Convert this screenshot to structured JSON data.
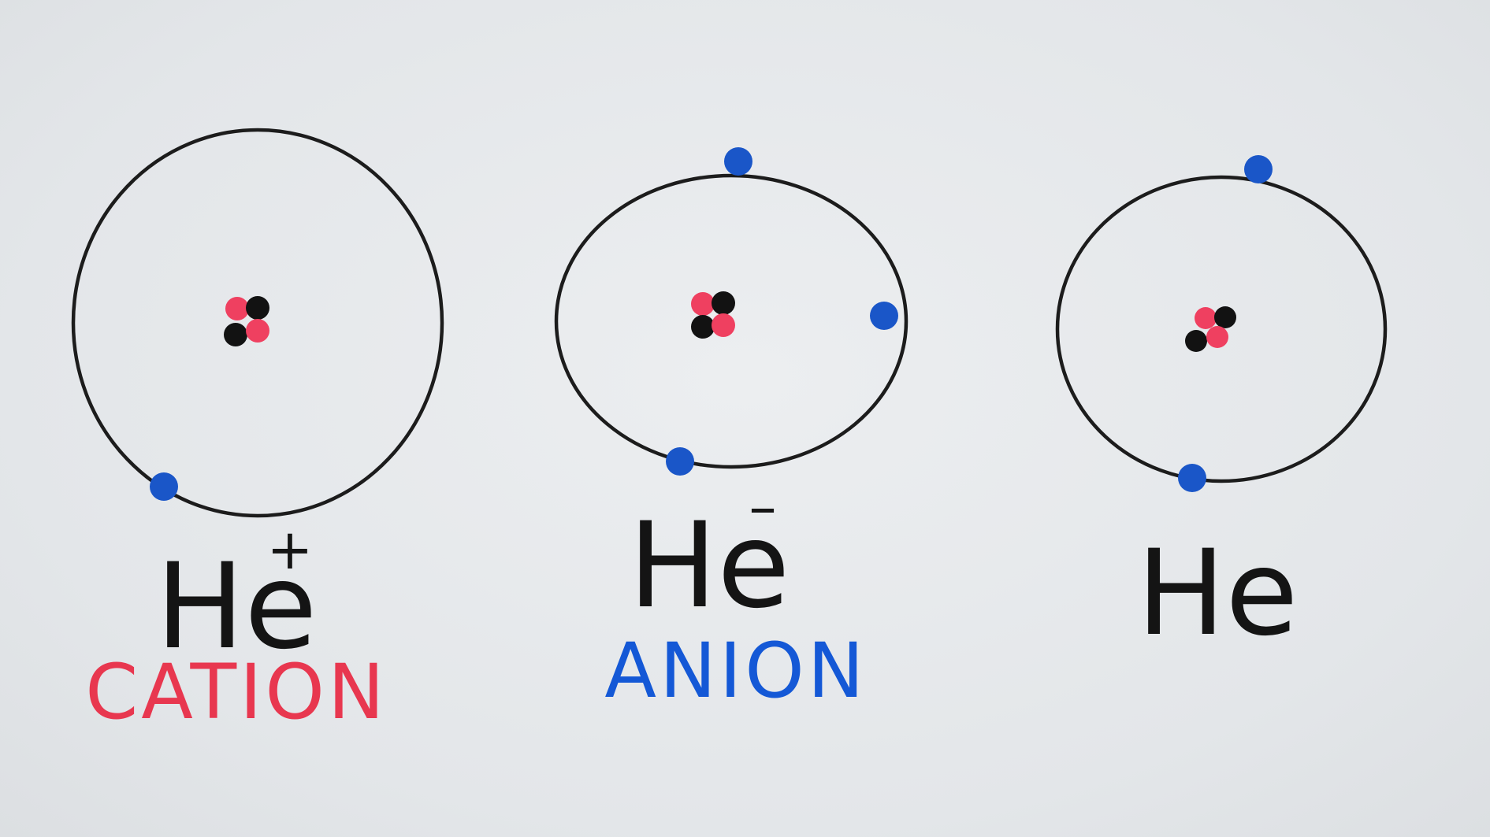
{
  "atoms": [
    {
      "symbol": "He",
      "charge": "+",
      "caption": "CATION",
      "caption_color": "#e8374f",
      "electron_count": 1,
      "proton_count": 2,
      "neutron_count": 2
    },
    {
      "symbol": "He",
      "charge": "–",
      "caption": "ANION",
      "caption_color": "#1458d6",
      "electron_count": 3,
      "proton_count": 2,
      "neutron_count": 2
    },
    {
      "symbol": "He",
      "charge": "",
      "caption": "",
      "caption_color": "",
      "electron_count": 2,
      "proton_count": 2,
      "neutron_count": 2
    }
  ],
  "colors": {
    "orbit": "#1c1c1c",
    "electron": "#1a56c8",
    "proton": "#ef4060",
    "neutron": "#121212",
    "board": "#e4e7ea"
  }
}
